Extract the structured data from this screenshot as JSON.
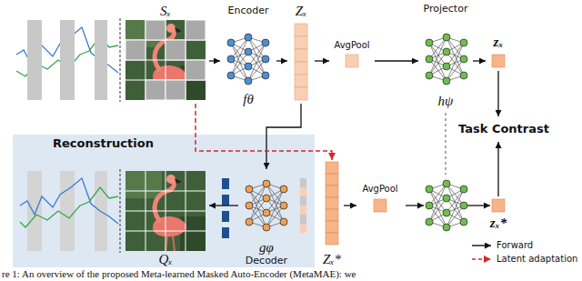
{
  "diagram": {
    "caption": "re 1: An overview of the proposed Meta-learned Masked Auto-Encoder (MetaMAE): we",
    "nodes": [
      {
        "text": [
          "Sₓ"
        ]
      },
      {
        "text": [
          "Encoder",
          "fθ"
        ]
      },
      {
        "text": [
          "Zₓ"
        ]
      },
      {
        "text": [
          "AvgPool"
        ]
      },
      {
        "text": [
          "Projector",
          "hψ"
        ]
      },
      {
        "text": [
          "zₓ"
        ]
      },
      {
        "text": [
          "Task Contrast"
        ]
      },
      {
        "text": [
          "Reconstruction"
        ]
      },
      {
        "text": [
          "Qₓ"
        ],
        "in": 7
      },
      {
        "text": [
          "gφ",
          "Decoder"
        ],
        "in": 7
      },
      {
        "text": [
          "Zₓ*"
        ]
      },
      {
        "text": [
          "AvgPool"
        ]
      },
      {
        "text": [
          "zₓ*"
        ]
      }
    ],
    "edges": [
      {
        "from": 0,
        "to": 1,
        "arrow": "to"
      },
      {
        "from": 1,
        "to": 2,
        "arrow": "to"
      },
      {
        "from": 2,
        "to": 3,
        "arrow": "to"
      },
      {
        "from": 3,
        "to": 4,
        "arrow": "to"
      },
      {
        "from": 4,
        "to": 5,
        "arrow": "to"
      },
      {
        "from": 5,
        "to": 6,
        "arrow": "to"
      },
      {
        "from": 2,
        "to": 9,
        "arrow": "to"
      },
      {
        "from": 9,
        "to": 8,
        "arrow": "to"
      },
      {
        "from": 0,
        "to": 10,
        "arrow": "to"
      },
      {
        "from": 10,
        "to": 11,
        "arrow": "to"
      },
      {
        "from": 12,
        "to": 6,
        "arrow": "to"
      }
    ],
    "legend": [
      {
        "text": "Forward"
      },
      {
        "text": "Latent adaptation"
      }
    ]
  }
}
